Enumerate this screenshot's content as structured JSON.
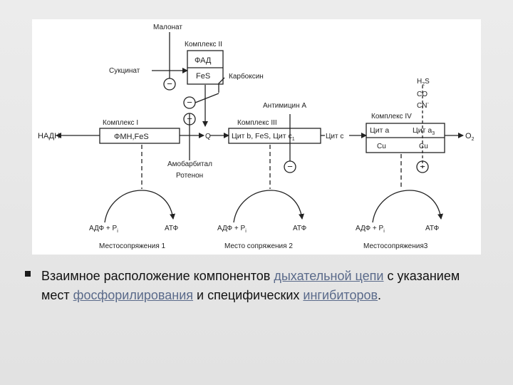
{
  "diagram": {
    "malonate": "Малонат",
    "complex2": "Комплекс II",
    "fad": "ФАД",
    "fes": "FeS",
    "succinate": "Сукцинат",
    "carboxin": "Карбоксин",
    "complex1": "Комплекс I",
    "fmn_fes": "ФМН,FeS",
    "nadh": "НАДН",
    "q": "Q",
    "amobarbital": "Амобарбитал",
    "rotenone": "Ротенон",
    "antimycin": "Антимицин А",
    "complex3": "Комплекс III",
    "cyt_b_fes_c1": "Цит b, FeS, Цит c",
    "c1_sub": "1",
    "cyt_c": "Цит с",
    "complex4": "Комплекс IV",
    "cyt_a": "Цит a",
    "cyt_a3": "Цит a",
    "a3_sub": "3",
    "cu": "Cu",
    "o2": "O",
    "o2_sub": "2",
    "h2s_h": "H",
    "h2s_sub": "2",
    "h2s_s": "S",
    "co": "CO",
    "cn": "CN",
    "cn_sup": "-",
    "minus": "−",
    "adp_pi": "АДФ + P",
    "pi_sub": "i",
    "atp": "АТФ",
    "site1": "Местосопряжения 1",
    "site2": "Место сопряжения 2",
    "site3": "Местосопряжения3"
  },
  "caption": {
    "part1": "Взаимное расположение компонентов ",
    "link1": "дыхательной цепи",
    "part2": " с указанием мест ",
    "link2": "фосфорилирования",
    "part3": " и специфических ",
    "link3": "ингибиторов",
    "part4": "."
  }
}
